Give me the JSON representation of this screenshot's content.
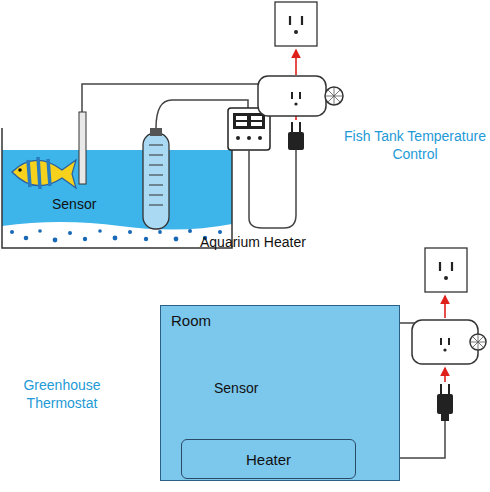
{
  "diagram": {
    "nodes": [
      {
        "text": [
          "Room"
        ]
      },
      {
        "text": [
          "Heater"
        ],
        "in": 0
      }
    ],
    "labels": [
      "Fish Tank Temperature Control",
      "Sensor",
      "Aquarium Heater",
      "Greenhouse Thermostat",
      "Sensor"
    ]
  }
}
